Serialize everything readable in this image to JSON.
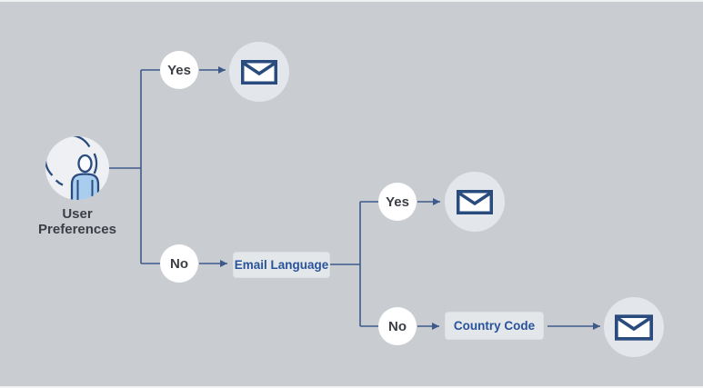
{
  "colors": {
    "background": "#c9cdd2",
    "edge_highlight": "#eff1f3",
    "connector": "#3e5a8b",
    "icon_stroke": "#2a4b7d",
    "person_fill": "#a9cdee",
    "decision_circle_fill": "#ffffff",
    "decision_text": "#3b3f44",
    "mail_circle_fill": "#e3e6ea",
    "person_circle_fill": "#eef0f3",
    "label_box_fill": "#e4e7ea",
    "label_box_text": "#28539b"
  },
  "root": {
    "label": "User Preferences",
    "icon": "user-icon"
  },
  "branch1": {
    "yes_label": "Yes",
    "no_label": "No",
    "yes_result_icon": "email-icon"
  },
  "email_language": {
    "label": "Email Language"
  },
  "branch2": {
    "yes_label": "Yes",
    "no_label": "No",
    "yes_result_icon": "email-icon"
  },
  "country_code": {
    "label": "Country Code",
    "result_icon": "email-icon"
  }
}
